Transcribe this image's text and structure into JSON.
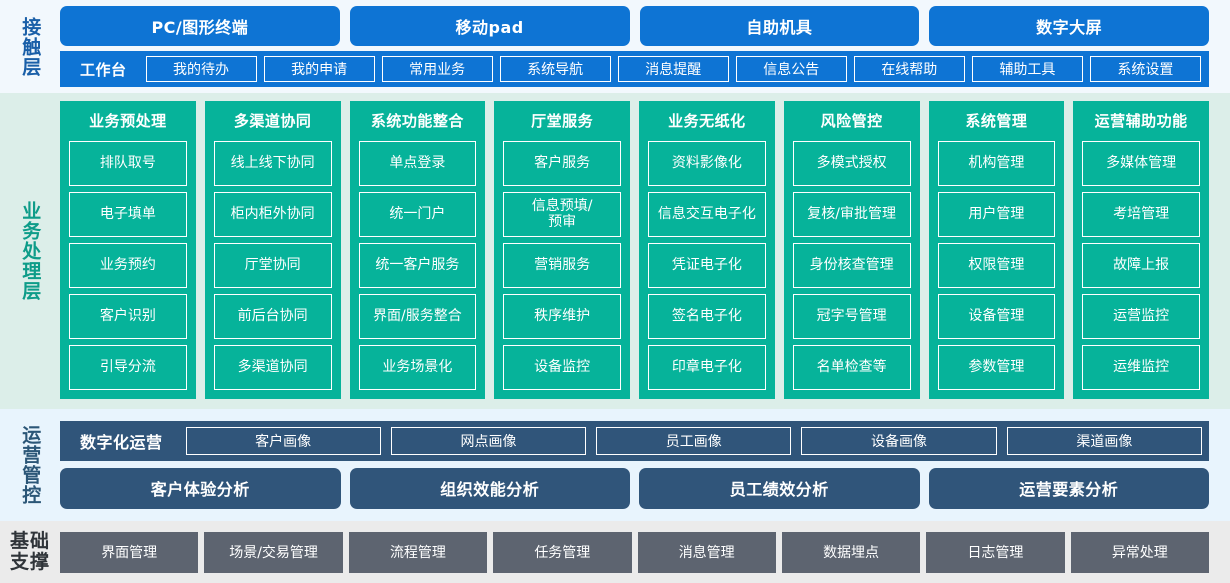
{
  "layers": {
    "contact": {
      "label": "接触层",
      "terminals": [
        "PC/图形终端",
        "移动pad",
        "自助机具",
        "数字大屏"
      ],
      "workbench_label": "工作台",
      "menu_items": [
        "我的待办",
        "我的申请",
        "常用业务",
        "系统导航",
        "消息提醒",
        "信息公告",
        "在线帮助",
        "辅助工具",
        "系统设置"
      ]
    },
    "business": {
      "label": "业务处理层",
      "columns": [
        {
          "title": "业务预处理",
          "items": [
            "排队取号",
            "电子填单",
            "业务预约",
            "客户识别",
            "引导分流"
          ]
        },
        {
          "title": "多渠道协同",
          "items": [
            "线上线下协同",
            "柜内柜外协同",
            "厅堂协同",
            "前后台协同",
            "多渠道协同"
          ]
        },
        {
          "title": "系统功能整合",
          "items": [
            "单点登录",
            "统一门户",
            "统一客户服务",
            "界面/服务整合",
            "业务场景化"
          ]
        },
        {
          "title": "厅堂服务",
          "items": [
            "客户服务",
            "信息预填/\n预审",
            "营销服务",
            "秩序维护",
            "设备监控"
          ]
        },
        {
          "title": "业务无纸化",
          "items": [
            "资料影像化",
            "信息交互电子化",
            "凭证电子化",
            "签名电子化",
            "印章电子化"
          ]
        },
        {
          "title": "风险管控",
          "items": [
            "多模式授权",
            "复核/审批管理",
            "身份核查管理",
            "冠字号管理",
            "名单检查等"
          ]
        },
        {
          "title": "系统管理",
          "items": [
            "机构管理",
            "用户管理",
            "权限管理",
            "设备管理",
            "参数管理"
          ]
        },
        {
          "title": "运营辅助功能",
          "items": [
            "多媒体管理",
            "考培管理",
            "故障上报",
            "运营监控",
            "运维监控"
          ]
        }
      ]
    },
    "operations": {
      "label": "运营管控",
      "digital_ops_label": "数字化运营",
      "portraits": [
        "客户画像",
        "网点画像",
        "员工画像",
        "设备画像",
        "渠道画像"
      ],
      "analyses": [
        "客户体验分析",
        "组织效能分析",
        "员工绩效分析",
        "运营要素分析"
      ]
    },
    "base": {
      "label": "基础\n支撑",
      "items": [
        "界面管理",
        "场景/交易管理",
        "流程管理",
        "任务管理",
        "消息管理",
        "数据埋点",
        "日志管理",
        "异常处理"
      ]
    }
  },
  "colors": {
    "blue": "#0e74d4",
    "teal": "#06b39a",
    "navy": "#30557a",
    "gray": "#5d6470",
    "contact_bg": "#f2f8fd",
    "business_bg": "#dceee9",
    "ops_bg": "#e8f4fd",
    "base_bg": "#ebebeb"
  }
}
